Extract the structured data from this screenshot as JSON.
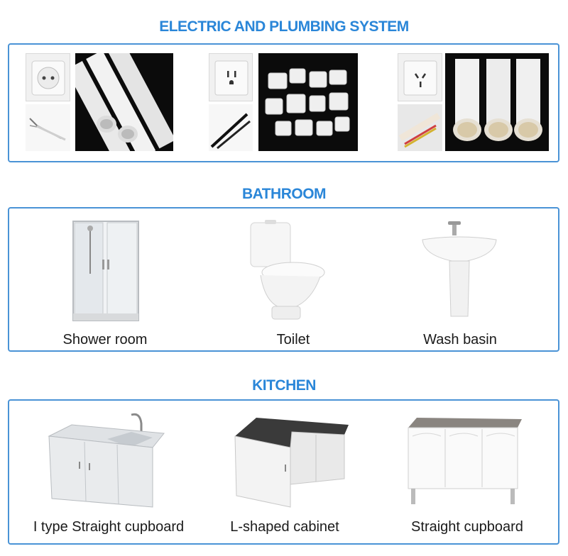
{
  "sections": {
    "electric": {
      "title": "ELECTRIC AND PLUMBING SYSTEM"
    },
    "bathroom": {
      "title": "BATHROOM",
      "items": [
        {
          "label": "Shower room"
        },
        {
          "label": "Toilet"
        },
        {
          "label": "Wash basin"
        }
      ]
    },
    "kitchen": {
      "title": "KITCHEN",
      "items": [
        {
          "label": "I type Straight cupboard"
        },
        {
          "label": "L-shaped cabinet"
        },
        {
          "label": "Straight cupboard"
        }
      ]
    }
  },
  "colors": {
    "title": "#2a86d8",
    "border": "#4a93d6"
  }
}
